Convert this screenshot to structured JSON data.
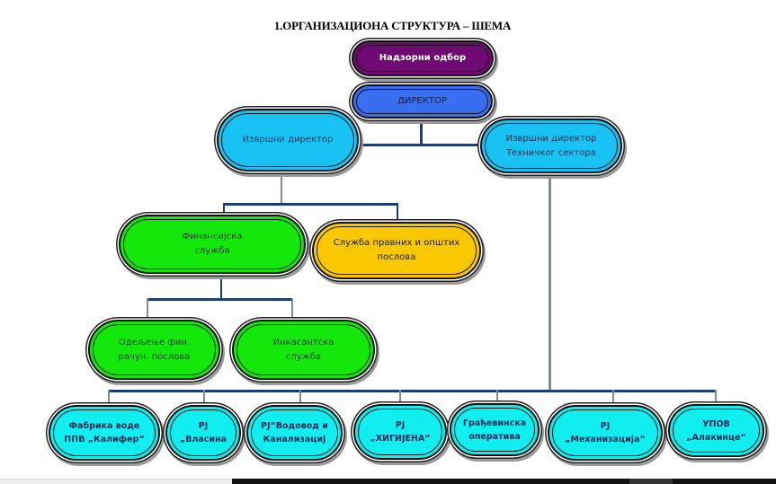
{
  "title": "1.ОРГАНИЗАЦИОНА СТРУКТУРА – ШЕМА",
  "colors": {
    "board": "#6f0a72",
    "director": "#3a6ef0",
    "executive": "#18c2f2",
    "finance": "#13e80a",
    "legal": "#fbc800",
    "units": "#10eef0",
    "connector": "#1b3f73"
  },
  "nodes": {
    "supervisory_board": "Надзорни  одбор",
    "director": "ДИРЕКТОР",
    "executive_director": "Извршни директор",
    "executive_director_technical": "Извршни директор\nТехничког сектора",
    "finance_service": "Финансијска\nслужба",
    "legal_service": "Служба правних и општих\nпослова",
    "finance_accounting_dept": "Одељење фин.\nрачун. послова",
    "collection_service": "Инкасантска\nслужба"
  },
  "units": [
    "Фабрика воде\nППВ „Калифер“",
    "РЈ\n„Власина",
    "РЈ“Водовод и\nКанализациј",
    "РЈ\n„ХИГИЈЕНА“",
    "Грађевинска\nоператива",
    "РЈ\n„Механизација“",
    "УПОВ\n„Алакинце“"
  ]
}
